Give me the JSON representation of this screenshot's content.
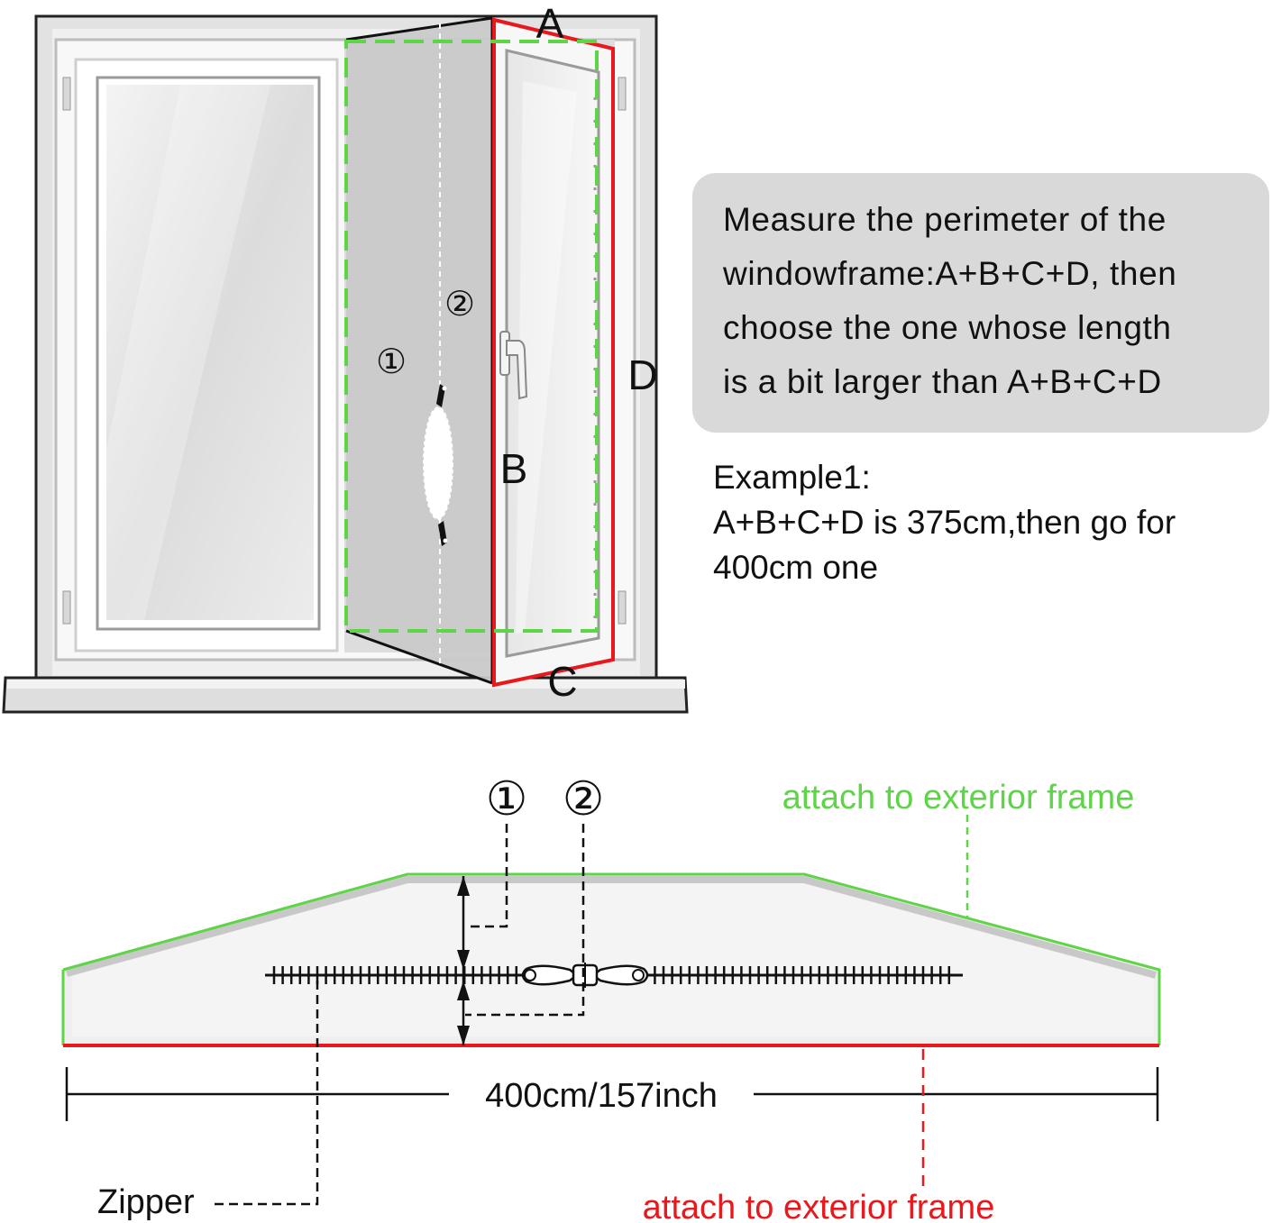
{
  "labels": {
    "a": "A",
    "b": "B",
    "c": "C",
    "d": "D",
    "marker_1": "①",
    "marker_2": "②"
  },
  "info_box": {
    "lines": [
      "Measure the perimeter of the",
      "windowframe:A+B+C+D, then",
      "choose the one whose length",
      "is a bit larger than A+B+C+D"
    ]
  },
  "example": {
    "title": "Example1:",
    "lines": [
      "A+B+C+D is 375cm,then go for",
      "400cm one"
    ]
  },
  "seal": {
    "top_label": "attach to exterior frame",
    "bottom_label": "attach to exterior frame",
    "length": "400cm/157inch",
    "zipper_label": "Zipper"
  },
  "colors": {
    "green": "#5ed447",
    "red": "#e8181c",
    "gray_panel": "#d9d9d9"
  }
}
